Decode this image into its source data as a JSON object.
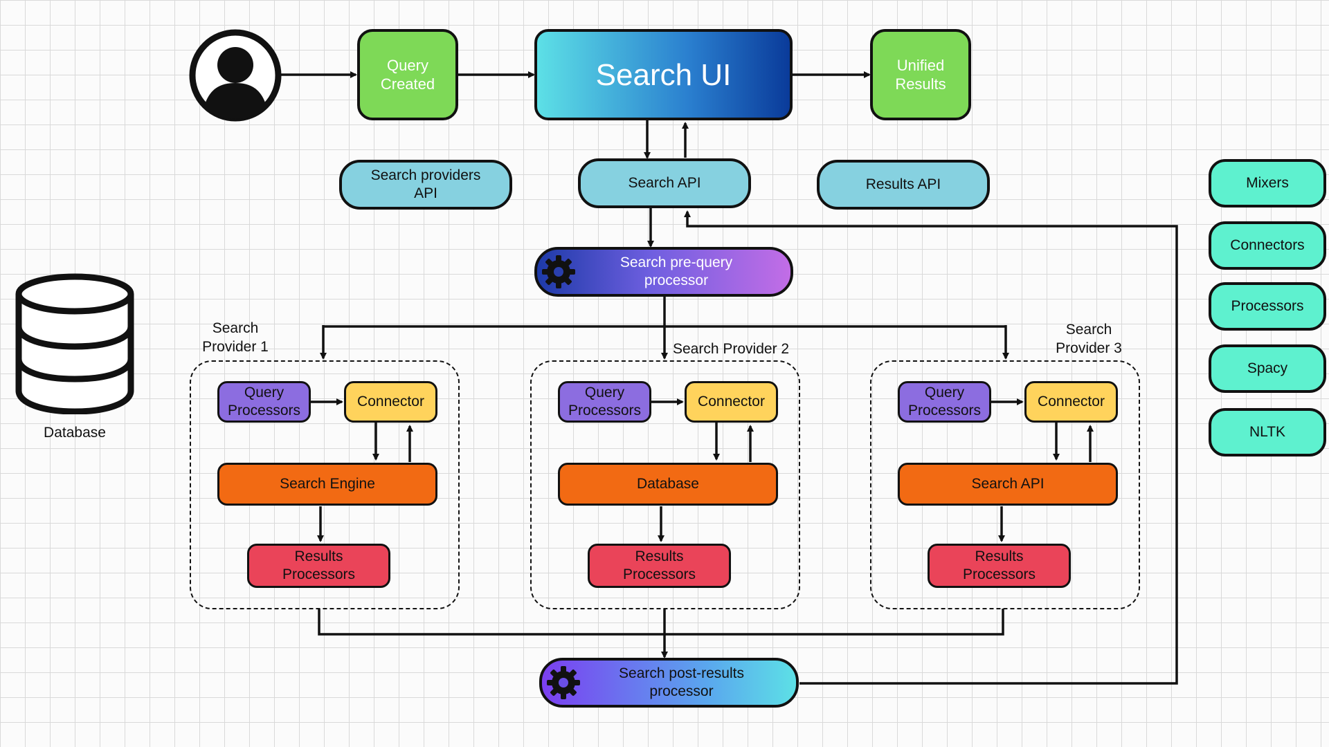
{
  "top_flow": {
    "query_created": "Query\nCreated",
    "search_ui": "Search UI",
    "unified_results": "Unified\nResults"
  },
  "apis": {
    "search_providers_api": "Search providers\nAPI",
    "search_api": "Search API",
    "results_api": "Results API"
  },
  "pre_query_processor": "Search pre-query\nprocessor",
  "post_results_processor": "Search post-results\nprocessor",
  "database_icon_label": "Database",
  "providers": [
    {
      "title": "Search\nProvider 1",
      "query_processors": "Query\nProcessors",
      "connector": "Connector",
      "backend": "Search Engine",
      "results_processors": "Results\nProcessors"
    },
    {
      "title": "Search Provider 2",
      "query_processors": "Query\nProcessors",
      "connector": "Connector",
      "backend": "Database",
      "results_processors": "Results\nProcessors"
    },
    {
      "title": "Search\nProvider 3",
      "query_processors": "Query\nProcessors",
      "connector": "Connector",
      "backend": "Search API",
      "results_processors": "Results\nProcessors"
    }
  ],
  "side_list": [
    "Mixers",
    "Connectors",
    "Processors",
    "Spacy",
    "NLTK"
  ],
  "colors": {
    "green": "#7ed957",
    "light_blue": "#86d1e0",
    "mint": "#5ef1cf",
    "purple": "#8c6de0",
    "yellow": "#ffd35c",
    "orange": "#f26a13",
    "red": "#ea4459"
  },
  "icons": {
    "user": "user-avatar-icon",
    "database": "database-icon",
    "gear": "gear-icon"
  }
}
